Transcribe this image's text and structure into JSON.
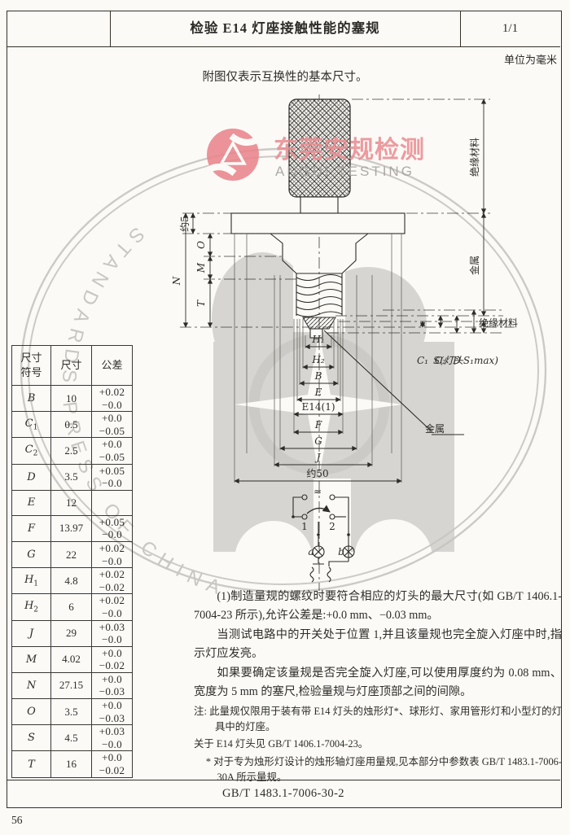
{
  "header": {
    "title": "检验 E14 灯座接触性能的塞规",
    "page": "1/1"
  },
  "unit_note": "单位为毫米",
  "caption": "附图仅表示互换性的基本尺寸。",
  "logo": {
    "cn": "东莞安规检测",
    "en": "ANGUI TESTING"
  },
  "watermark": "STANDARDS PRESS OF CHINA",
  "drawing": {
    "labels": {
      "approx5": "约5",
      "n": "N",
      "o": "O",
      "m": "M",
      "t": "T",
      "ins_top": "绝缘材料",
      "metal_side": "金属",
      "ins_small": "绝缘材料",
      "metal_leader": "金属",
      "c1": "C₁",
      "c2": "C₂",
      "d": "D",
      "s": "S(灯头S₁max)",
      "h1": "H₁",
      "h2": "H₂",
      "b": "B",
      "e": "E",
      "e14": "E14(1)",
      "f": "F",
      "g": "G",
      "j": "J",
      "approx50": "约50",
      "pos1": "1",
      "pos2": "2",
      "lamp_a": "a",
      "lamp_b": "b",
      "ac": "≈"
    }
  },
  "table": {
    "headers": {
      "sym1": "尺寸",
      "sym2": "符号",
      "dim": "尺寸",
      "tol": "公差"
    },
    "rows": [
      {
        "sym": "B",
        "sub": "",
        "val": "10",
        "tp": "+0.02",
        "tm": "−0.0"
      },
      {
        "sym": "C",
        "sub": "1",
        "val": "0.5",
        "tp": "+0.0",
        "tm": "−0.05"
      },
      {
        "sym": "C",
        "sub": "2",
        "val": "2.5",
        "tp": "+0.0",
        "tm": "−0.05"
      },
      {
        "sym": "D",
        "sub": "",
        "val": "3.5",
        "tp": "+0.05",
        "tm": "−0.0"
      },
      {
        "sym": "E",
        "sub": "",
        "val": "12",
        "tp": "",
        "tm": ""
      },
      {
        "sym": "F",
        "sub": "",
        "val": "13.97",
        "tp": "+0.05",
        "tm": "−0.0"
      },
      {
        "sym": "G",
        "sub": "",
        "val": "22",
        "tp": "+0.02",
        "tm": "−0.0"
      },
      {
        "sym": "H",
        "sub": "1",
        "val": "4.8",
        "tp": "+0.02",
        "tm": "−0.02"
      },
      {
        "sym": "H",
        "sub": "2",
        "val": "6",
        "tp": "+0.02",
        "tm": "−0.0"
      },
      {
        "sym": "J",
        "sub": "",
        "val": "29",
        "tp": "+0.03",
        "tm": "−0.0"
      },
      {
        "sym": "M",
        "sub": "",
        "val": "4.02",
        "tp": "+0.0",
        "tm": "−0.02"
      },
      {
        "sym": "N",
        "sub": "",
        "val": "27.15",
        "tp": "+0.0",
        "tm": "−0.03"
      },
      {
        "sym": "O",
        "sub": "",
        "val": "3.5",
        "tp": "+0.0",
        "tm": "−0.03"
      },
      {
        "sym": "S",
        "sub": "",
        "val": "4.5",
        "tp": "+0.03",
        "tm": "−0.0"
      },
      {
        "sym": "T",
        "sub": "",
        "val": "16",
        "tp": "+0.0",
        "tm": "−0.02"
      }
    ]
  },
  "paragraphs": {
    "p1": "(1)制造量规的螺纹时要符合相应的灯头的最大尺寸(如 GB/T 1406.1-7004-23 所示),允许公差是:+0.0 mm、−0.03 mm。",
    "p2": "当测试电路中的开关处于位置 1,并且该量规也完全旋入灯座中时,指示灯应发亮。",
    "p3": "如果要确定该量规是否完全旋入灯座,可以使用厚度约为 0.08 mm、宽度为 5 mm 的塞尺,检验量规与灯座顶部之间的间隙。",
    "note": "注: 此量规仅限用于装有带 E14 灯头的烛形灯*、球形灯、家用管形灯和小型灯的灯具中的灯座。",
    "ref": "关于 E14 灯头见 GB/T 1406.1-7004-23。",
    "star": "* 对于专为烛形灯设计的烛形轴灯座用量规,见本部分中参数表 GB/T 1483.1-7006-30A 所示量规。"
  },
  "footer": {
    "doc_no": "GB/T 1483.1-7006-30-2",
    "page_no": "56"
  }
}
